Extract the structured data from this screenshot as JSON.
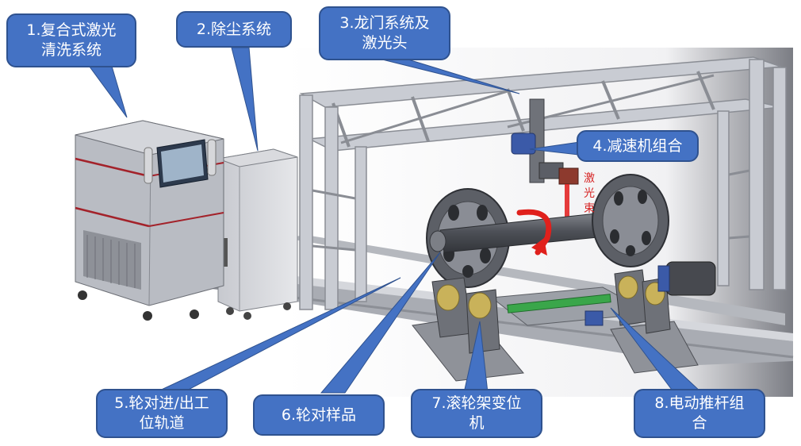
{
  "colors": {
    "callout_fill": "#4472c4",
    "callout_border": "#2f528f",
    "callout_text": "#ffffff",
    "frame": "#c9ccd3",
    "wheel": "#5c5f66",
    "laser": "#e21a1a",
    "rotation_arrow": "#e0201c",
    "pushrod": "#3aa64a"
  },
  "callouts": {
    "laser_cleaning_system": "1.复合式激光\n清洗系统",
    "dust_removal": "2.除尘系统",
    "gantry_laser_head": "3.龙门系统及\n激光头",
    "reducer_assembly": "4.减速机组合",
    "wheelset_track": "5.轮对进/出工\n位轨道",
    "wheelset_sample": "6.轮对样品",
    "roller_positioner": "7.滚轮架变位\n机",
    "pushrod_assembly": "8.电动推杆组\n合"
  },
  "beam_label": [
    "激",
    "光",
    "束"
  ]
}
